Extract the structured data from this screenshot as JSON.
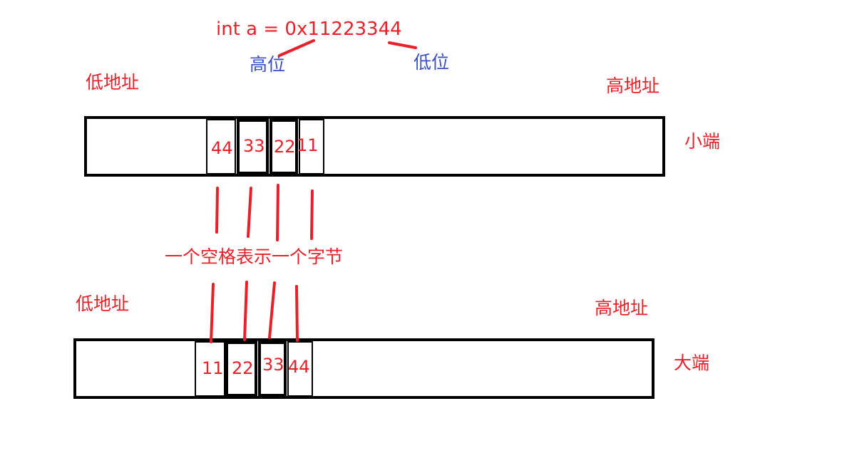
{
  "title": {
    "expression_prefix": "int a = 0x",
    "expression_hex": "11223344"
  },
  "significance": {
    "high": "高位",
    "low": "低位"
  },
  "little_endian": {
    "name": "小端",
    "low_address": "低地址",
    "high_address": "高地址",
    "bytes": [
      "44",
      "33",
      "22",
      "11"
    ]
  },
  "big_endian": {
    "name": "大端",
    "low_address": "低地址",
    "high_address": "高地址",
    "bytes": [
      "11",
      "22",
      "33",
      "44"
    ]
  },
  "note": "一个空格表示一个字节",
  "colors": {
    "annotation": "#e8202a",
    "significance_label": "#3a4ec8",
    "box_border": "#000000"
  }
}
